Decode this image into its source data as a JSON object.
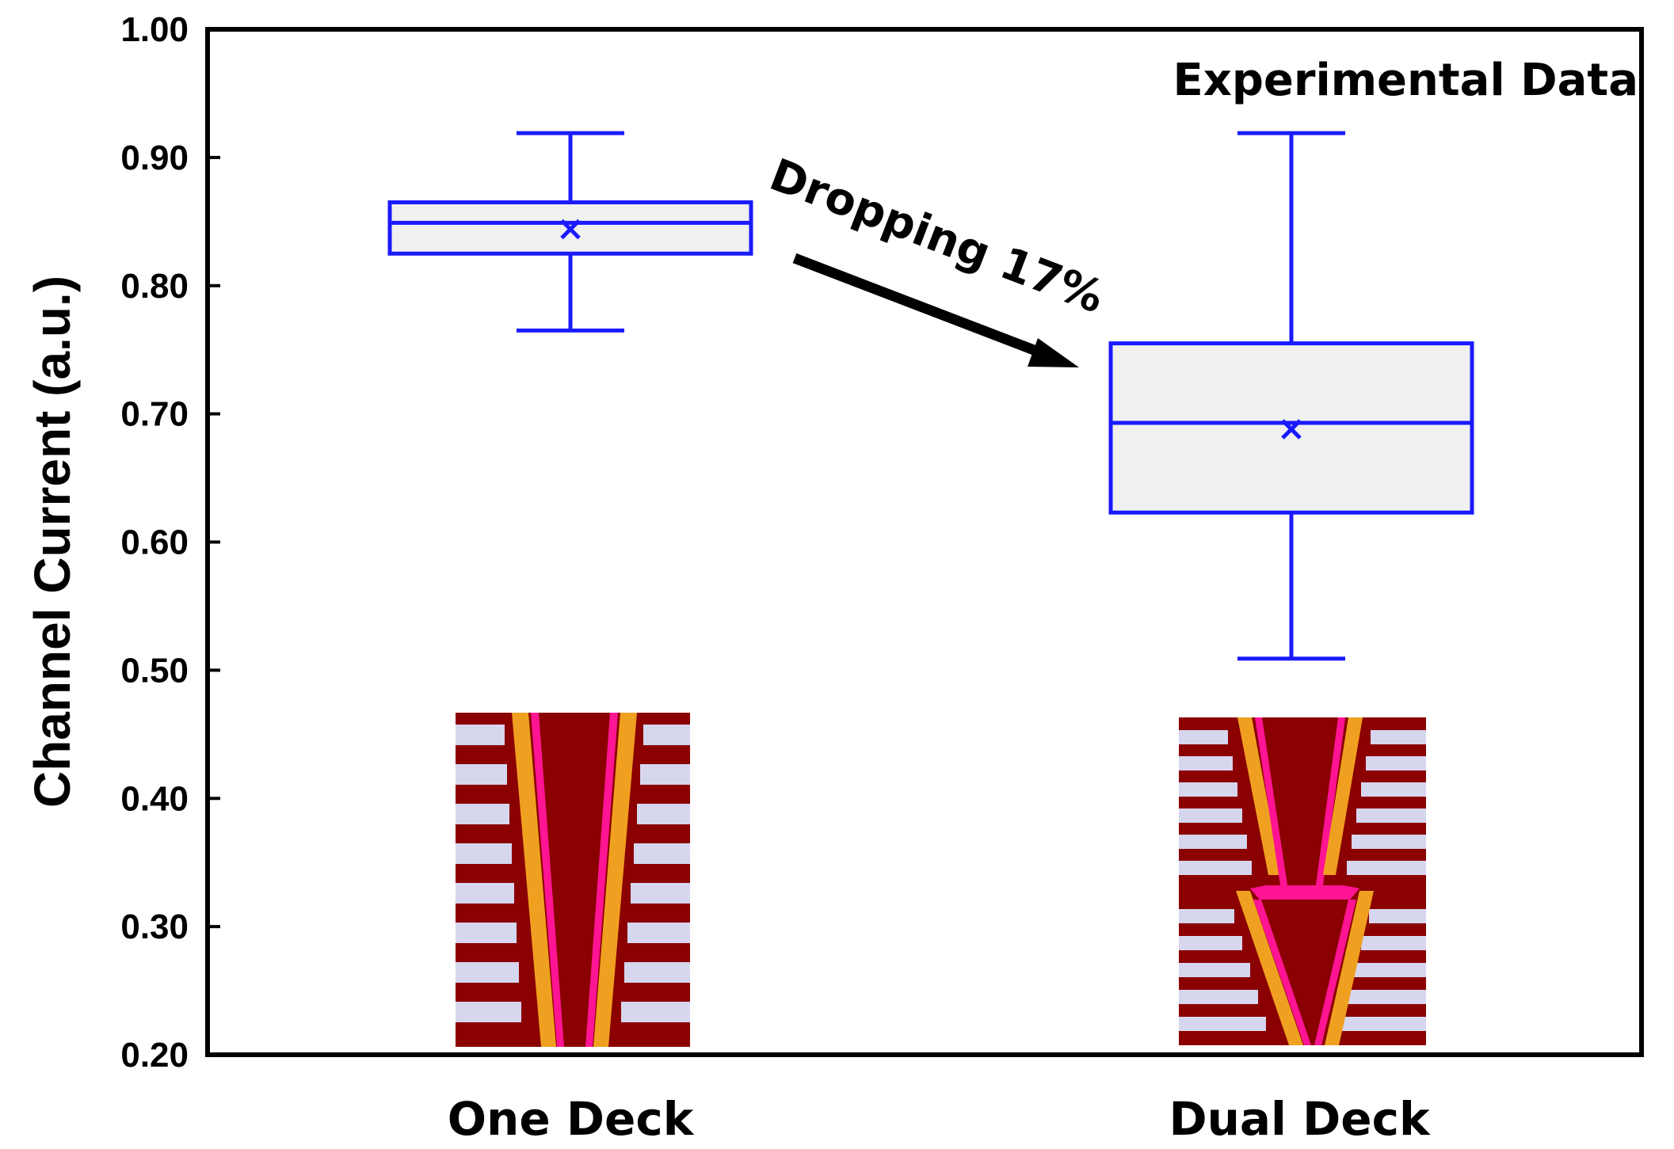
{
  "chart_data": {
    "type": "box",
    "title": "",
    "xlabel": "",
    "ylabel": "Channel Current (a.u.)",
    "ylim": [
      0.2,
      1.0
    ],
    "yticks": [
      "0.20",
      "0.30",
      "0.40",
      "0.50",
      "0.60",
      "0.70",
      "0.80",
      "0.90",
      "1.00"
    ],
    "ytick_values": [
      0.2,
      0.3,
      0.4,
      0.5,
      0.6,
      0.7,
      0.8,
      0.9,
      1.0
    ],
    "categories": [
      "One Deck",
      "Dual Deck"
    ],
    "boxes": [
      {
        "category": "One Deck",
        "min": 0.765,
        "q1": 0.825,
        "median": 0.849,
        "mean": 0.844,
        "q3": 0.865,
        "max": 0.919
      },
      {
        "category": "Dual Deck",
        "min": 0.509,
        "q1": 0.623,
        "median": 0.693,
        "mean": 0.688,
        "q3": 0.755,
        "max": 0.919
      }
    ],
    "grid": false,
    "annotations": {
      "corner_text": "Experimental Data",
      "arrow_text": "Dropping 17%"
    },
    "colors": {
      "box_stroke": "#1a1aff",
      "box_fill": "#f0f0f0",
      "inset_background": "#8b0000",
      "inset_stripes": "#d6d6ee",
      "inset_orange": "#f0a020",
      "inset_magenta": "#ff1493"
    },
    "insets": [
      "one-deck-channel-schematic",
      "dual-deck-channel-schematic"
    ]
  }
}
